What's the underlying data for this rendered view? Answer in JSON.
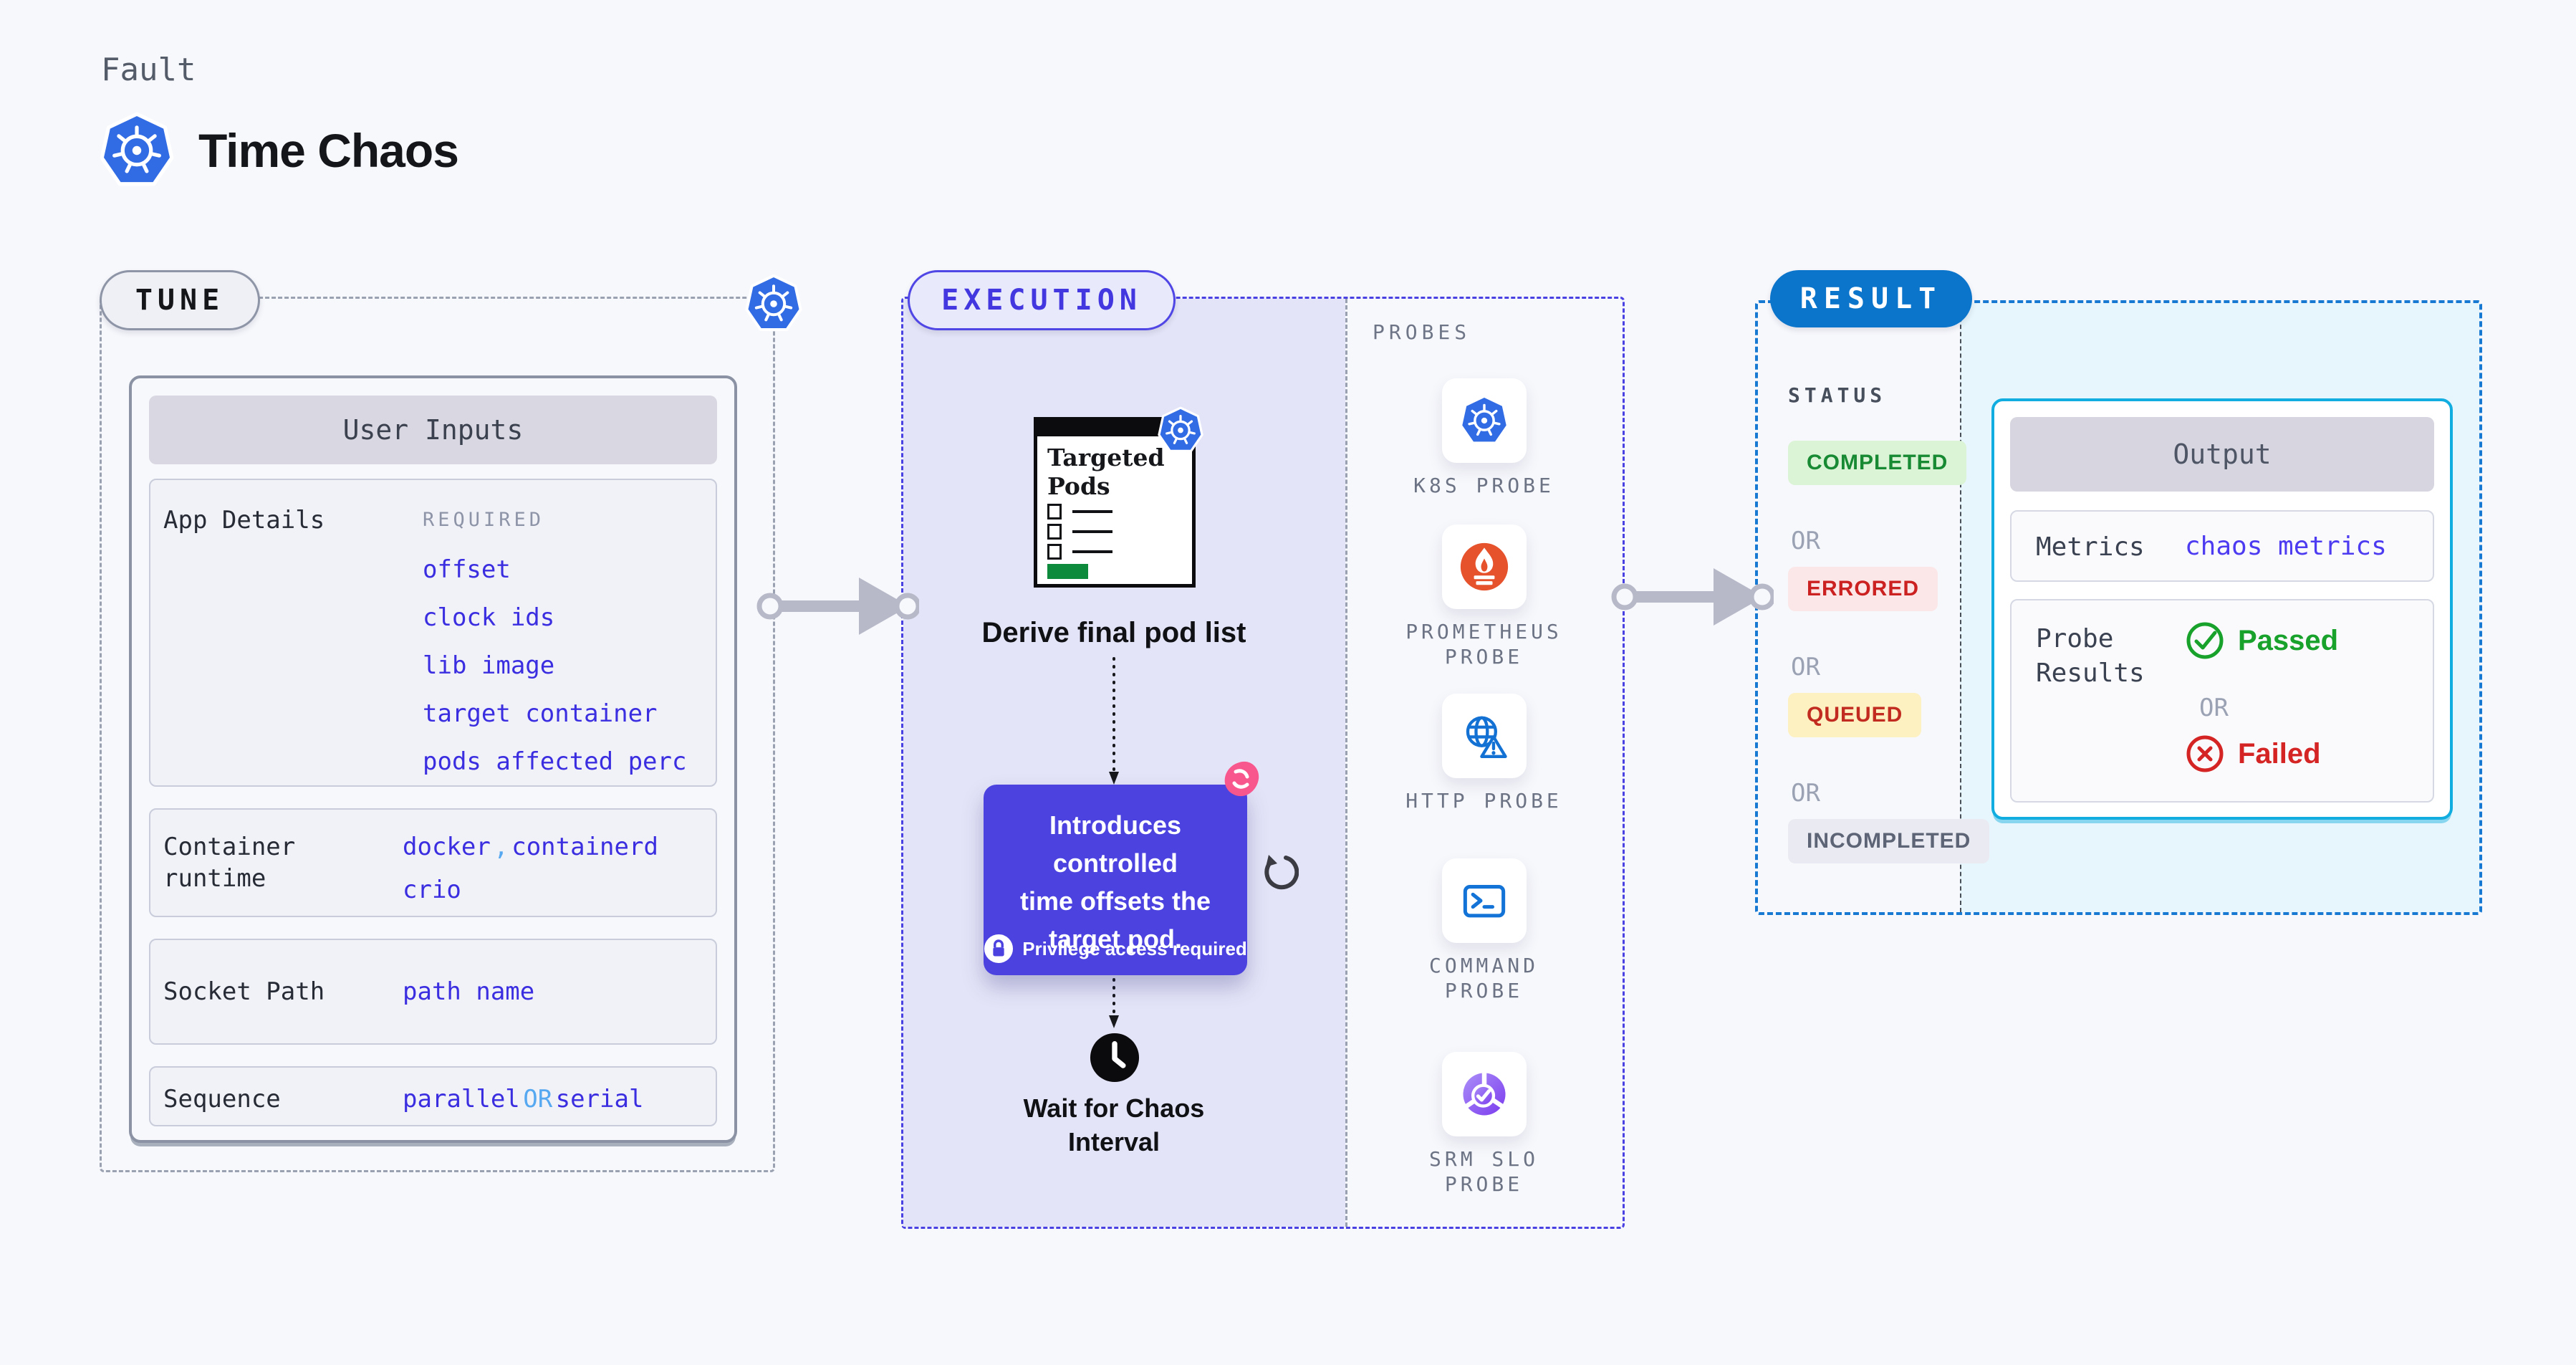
{
  "page": {
    "eyebrow": "Fault",
    "title": "Time Chaos"
  },
  "colors": {
    "background": "#f7f8fc",
    "kubernetes_blue": "#326ce5",
    "indigo_accent": "#4f46e5",
    "lavender_fill": "#e4e4f8",
    "value_blue": "#3a2ee0",
    "link_light_blue": "#56a8f0",
    "result_blue": "#0b74cb",
    "cyan_border": "#12ade0",
    "cyan_fill": "#e7f6fc",
    "green_text": "#178a33",
    "green_bg": "#dcf4d6",
    "red_text": "#cc2121",
    "red_bg": "#fbe7e7",
    "amber_bg": "#fdf0c1",
    "amber_text": "#c22b20",
    "neutral_bg": "#eaebf2",
    "neutral_text": "#5d6476",
    "tooltip_purple": "#4b42e0",
    "litmus_pink": "#f7578c",
    "prometheus_orange": "#e6522c",
    "green_bar": "#0e8a3c",
    "passed_green": "#18a12b",
    "failed_red": "#d52424"
  },
  "tune": {
    "badge": "TUNE",
    "panel_title": "User Inputs",
    "app_details": {
      "label": "App Details",
      "tag": "REQUIRED",
      "values": [
        "offset",
        "clock ids",
        "lib image",
        "target container",
        "pods affected perc"
      ]
    },
    "container_runtime": {
      "label": "Container runtime",
      "value1": "docker",
      "separator": ",",
      "value2": "containerd",
      "value3": "crio"
    },
    "socket_path": {
      "label": "Socket Path",
      "value": "path name"
    },
    "sequence": {
      "label": "Sequence",
      "value1": "parallel",
      "operator": "OR",
      "value2": "serial"
    }
  },
  "execution": {
    "badge": "EXECUTION",
    "pods_card_title": "Targeted Pods",
    "pods_card_icon": "kubernetes-icon",
    "derive_label": "Derive final pod list",
    "tooltip": {
      "lines": [
        "Introduces controlled",
        "time offsets the",
        "target pod."
      ],
      "note": "Privilege access required",
      "note_icon": "lock-icon",
      "corner_icon": "litmus-chaos-icon",
      "side_icon": "retry-loop-icon"
    },
    "wait_icon": "clock-icon",
    "wait_lines": [
      "Wait for Chaos",
      "Interval"
    ],
    "probes": {
      "title": "PROBES",
      "items": [
        {
          "icon": "kubernetes-icon",
          "label": "K8S PROBE"
        },
        {
          "icon": "prometheus-icon",
          "label": "PROMETHEUS PROBE"
        },
        {
          "icon": "http-globe-icon",
          "label": "HTTP PROBE"
        },
        {
          "icon": "command-terminal-icon",
          "label": "COMMAND PROBE"
        },
        {
          "icon": "srm-slo-icon",
          "label": "SRM SLO PROBE"
        }
      ]
    }
  },
  "result": {
    "badge": "RESULT",
    "status_title": "STATUS",
    "or_label": "OR",
    "statuses": [
      {
        "label": "COMPLETED",
        "tone": "green"
      },
      {
        "label": "ERRORED",
        "tone": "red"
      },
      {
        "label": "QUEUED",
        "tone": "amber"
      },
      {
        "label": "INCOMPLETED",
        "tone": "gray"
      }
    ],
    "output": {
      "title": "Output",
      "metrics_label": "Metrics",
      "metrics_value": "chaos metrics",
      "probe_label": "Probe Results",
      "passed": "Passed",
      "passed_icon": "check-circle-icon",
      "failed": "Failed",
      "failed_icon": "x-circle-icon"
    }
  }
}
